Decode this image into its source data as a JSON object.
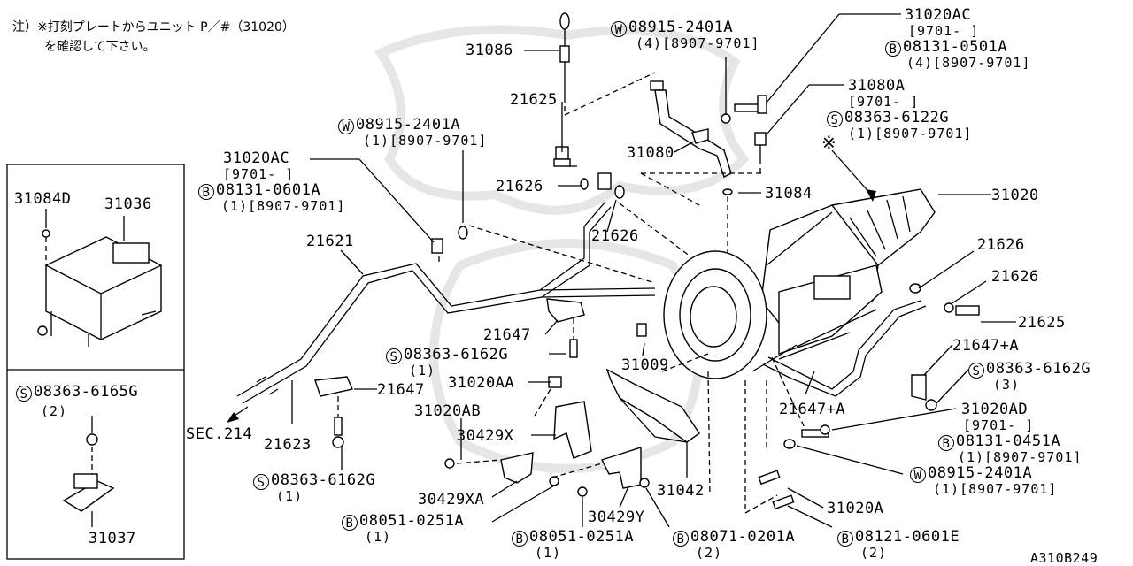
{
  "note": {
    "line1": "注）※打刻プレートからユニット P／#（31020）",
    "line2": "を確認して下さい。"
  },
  "diagram_code": "A310B249",
  "inset_top": {
    "part_a": "31084D",
    "part_b": "31036"
  },
  "inset_bottom": {
    "bolt": "08363-6165G",
    "bolt_qty": "(2)",
    "bolt_prefix": "S",
    "part": "31037"
  },
  "labels": {
    "p31086": "31086",
    "w_bolt_top": "08915-2401A",
    "w_bolt_top_sub": "(4)[8907-9701]",
    "p31020AC_top": "31020AC",
    "p31020AC_top_date": "[9701-     ]",
    "b_bolt_top": "08131-0501A",
    "b_bolt_top_sub": "(4)[8907-9701]",
    "p31080A": "31080A",
    "p31080A_date": "[9701-     ]",
    "s_bolt_top": "08363-6122G",
    "s_bolt_top_sub": "(1)[8907-9701]",
    "p21625_top": "21625",
    "p31080": "31080",
    "w_bolt_mid": "08915-2401A",
    "w_bolt_mid_sub": "(1)[8907-9701]",
    "p31020AC_mid": "31020AC",
    "p31020AC_mid_date": "[9701-     ]",
    "b_bolt_mid": "08131-0601A",
    "b_bolt_mid_sub": "(1)[8907-9701]",
    "p21626_a": "21626",
    "p31084": "31084",
    "p31020": "31020",
    "mark": "※",
    "p21626_b": "21626",
    "p21621": "21621",
    "p21626_c": "21626",
    "p21626_d": "21626",
    "p21625_right": "21625",
    "p21647_a": "21647",
    "s_bolt_c": "08363-6162G",
    "s_bolt_c_qty": "(1)",
    "p31009": "31009",
    "p21647A_a": "21647+A",
    "s_bolt_r": "08363-6162G",
    "s_bolt_r_qty": "(3)",
    "p31020AA": "31020AA",
    "p21647_b": "21647",
    "p21647A_b": "21647+A",
    "p31020AD": "31020AD",
    "p31020AD_date": "[9701-     ]",
    "b_bolt_r": "08131-0451A",
    "b_bolt_r_sub": "(1)[8907-9701]",
    "p31020AB": "31020AB",
    "sec": "SEC.214",
    "p21623": "21623",
    "p30429X": "30429X",
    "w_bolt_r": "08915-2401A",
    "w_bolt_r_sub": "(1)[8907-9701]",
    "s_bolt_l": "08363-6162G",
    "s_bolt_l_qty": "(1)",
    "p31042": "31042",
    "p30429XA": "30429XA",
    "p31020A": "31020A",
    "p30429Y": "30429Y",
    "b_bolt_l": "08051-0251A",
    "b_bolt_l_qty": "(1)",
    "b_bolt_c": "08051-0251A",
    "b_bolt_c_qty": "(1)",
    "b_bolt_c2": "08071-0201A",
    "b_bolt_c2_qty": "(2)",
    "b_bolt_rr": "08121-0601E",
    "b_bolt_rr_qty": "(2)"
  }
}
